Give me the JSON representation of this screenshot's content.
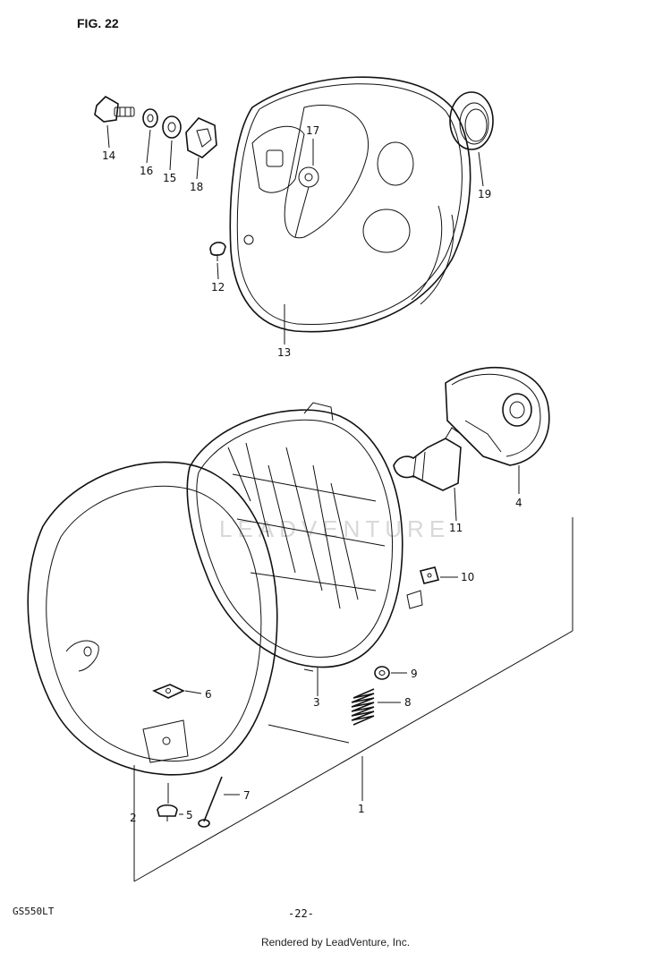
{
  "figure_label": "FIG. 22",
  "watermark": "LEADVENTURE",
  "model_code": "GS550LT",
  "page_number": "-22-",
  "footer": "Rendered by LeadVenture, Inc.",
  "parts": [
    {
      "id": "p1",
      "label": "1"
    },
    {
      "id": "p2",
      "label": "2"
    },
    {
      "id": "p3",
      "label": "3"
    },
    {
      "id": "p4",
      "label": "4"
    },
    {
      "id": "p5",
      "label": "5"
    },
    {
      "id": "p6",
      "label": "6"
    },
    {
      "id": "p7",
      "label": "7"
    },
    {
      "id": "p8",
      "label": "8"
    },
    {
      "id": "p9",
      "label": "9"
    },
    {
      "id": "p10",
      "label": "10"
    },
    {
      "id": "p11",
      "label": "11"
    },
    {
      "id": "p12",
      "label": "12"
    },
    {
      "id": "p13",
      "label": "13"
    },
    {
      "id": "p14",
      "label": "14"
    },
    {
      "id": "p15",
      "label": "15"
    },
    {
      "id": "p16",
      "label": "16"
    },
    {
      "id": "p17",
      "label": "17"
    },
    {
      "id": "p18",
      "label": "18"
    },
    {
      "id": "p19",
      "label": "19"
    }
  ]
}
